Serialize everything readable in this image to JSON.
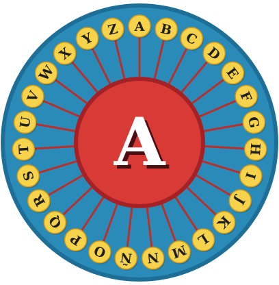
{
  "wheel": {
    "center_letter": "A",
    "letters": [
      "A",
      "B",
      "C",
      "D",
      "E",
      "F",
      "G",
      "H",
      "I",
      "J",
      "K",
      "L",
      "M",
      "N",
      "Ñ",
      "O",
      "P",
      "Q",
      "R",
      "S",
      "T",
      "U",
      "V",
      "W",
      "X",
      "Y",
      "Z"
    ],
    "colors": {
      "outer_ring": "#2b8bb8",
      "outer_ring_dark": "#1d6f97",
      "center_fill": "#d83a35",
      "center_dark": "#a42225",
      "spoke": "#b7302e",
      "token_fill": "#f6d34a",
      "token_stroke": "#d39a18",
      "letter": "#1f1f1f",
      "center_letter": "#ffffff"
    },
    "icons": {
      "letter_token": "circle-token",
      "center_hub": "red-hub-disc"
    }
  }
}
